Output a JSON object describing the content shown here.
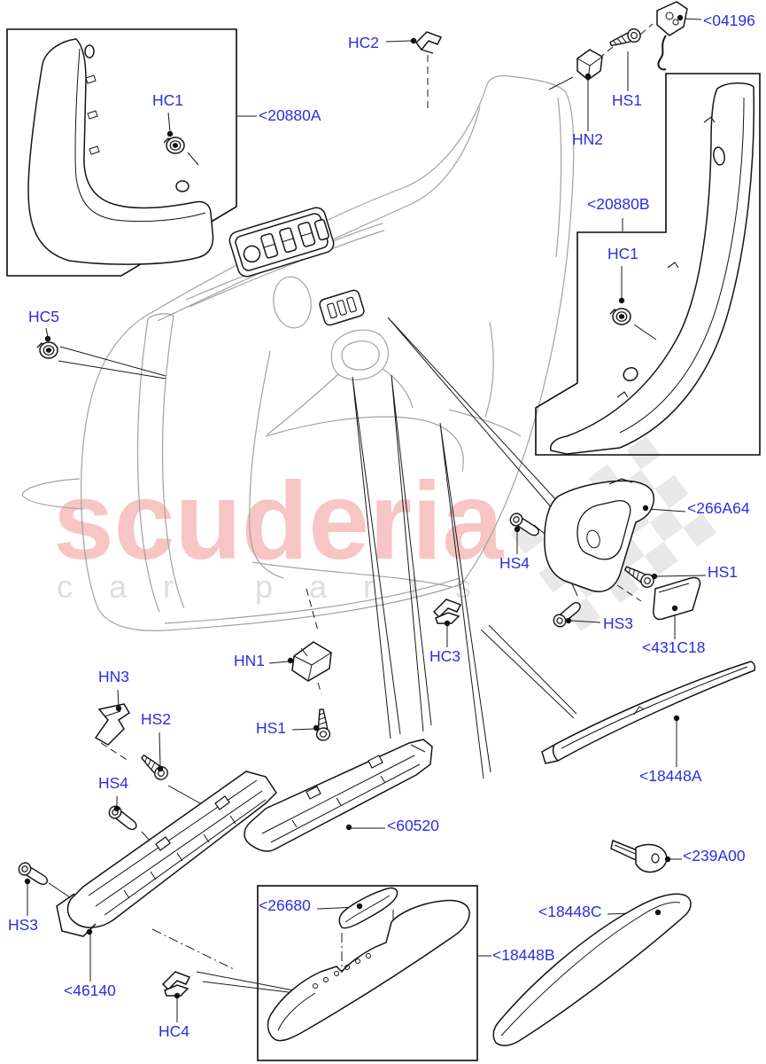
{
  "watermark": {
    "brand": "scuderia",
    "sub": "car parts"
  },
  "colors": {
    "label_blue": "#2a2ee0",
    "watermark_pink": "#f7c5c3",
    "watermark_gray": "#dedede",
    "checker_gray": "#e8e8e8",
    "door_gray": "#a2a2a2",
    "part_black": "#141414"
  },
  "labels": [
    {
      "id": "hc1-top-left",
      "text": "HC1"
    },
    {
      "id": "part-20880A",
      "text": "<20880A"
    },
    {
      "id": "hc2",
      "text": "HC2"
    },
    {
      "id": "hn2",
      "text": "HN2"
    },
    {
      "id": "hs1-top",
      "text": "HS1"
    },
    {
      "id": "part-04196",
      "text": "<04196"
    },
    {
      "id": "part-20880B",
      "text": "<20880B"
    },
    {
      "id": "hc1-right",
      "text": "HC1"
    },
    {
      "id": "hc5",
      "text": "HC5"
    },
    {
      "id": "part-266A64",
      "text": "<266A64"
    },
    {
      "id": "hs4-mid",
      "text": "HS4"
    },
    {
      "id": "hs1-mid",
      "text": "HS1"
    },
    {
      "id": "hs3-mid",
      "text": "HS3"
    },
    {
      "id": "part-431C18",
      "text": "<431C18"
    },
    {
      "id": "hc3",
      "text": "HC3"
    },
    {
      "id": "hn1",
      "text": "HN1"
    },
    {
      "id": "hs1-lower",
      "text": "HS1"
    },
    {
      "id": "hn3",
      "text": "HN3"
    },
    {
      "id": "hs2",
      "text": "HS2"
    },
    {
      "id": "hs4-lower",
      "text": "HS4"
    },
    {
      "id": "hs3-lower",
      "text": "HS3"
    },
    {
      "id": "part-46140",
      "text": "<46140"
    },
    {
      "id": "hc4",
      "text": "HC4"
    },
    {
      "id": "part-60520",
      "text": "<60520"
    },
    {
      "id": "part-26680",
      "text": "<26680"
    },
    {
      "id": "part-18448A",
      "text": "<18448A"
    },
    {
      "id": "part-239A00",
      "text": "<239A00"
    },
    {
      "id": "part-18448C",
      "text": "<18448C"
    },
    {
      "id": "part-18448B",
      "text": "<18448B"
    }
  ]
}
